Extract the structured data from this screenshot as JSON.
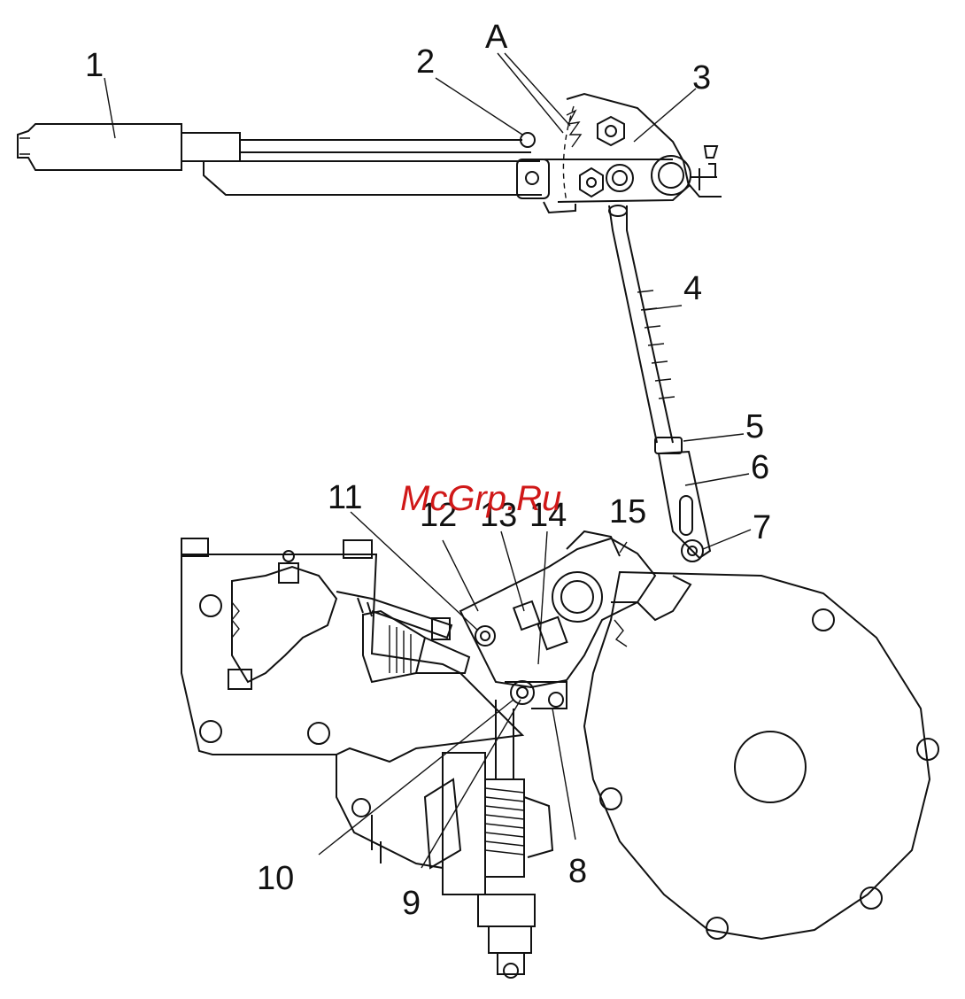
{
  "watermark": "McGrp.Ru",
  "callouts": {
    "c1": "1",
    "c2": "2",
    "cA": "A",
    "c3": "3",
    "c4": "4",
    "c5": "5",
    "c6": "6",
    "c7": "7",
    "c8": "8",
    "c9": "9",
    "c10": "10",
    "c11": "11",
    "c12": "12",
    "c13": "13",
    "c14": "14",
    "c15": "15"
  }
}
